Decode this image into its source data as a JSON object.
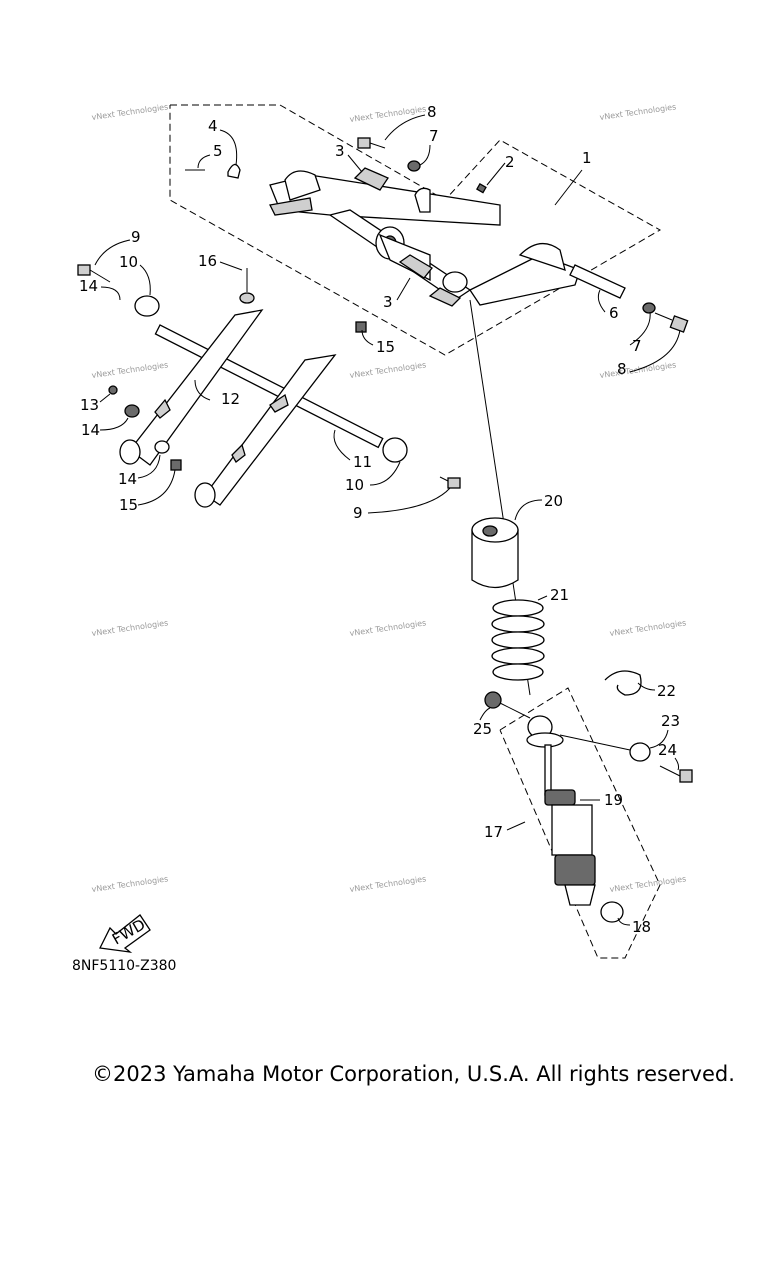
{
  "diagram": {
    "code": "8NF5110-Z380",
    "copyright": "©2023 Yamaha Motor Corporation, U.S.A. All rights reserved.",
    "watermark": "vNext Technologies",
    "fwd_label": "FWD",
    "callouts": [
      "1",
      "2",
      "3",
      "3",
      "4",
      "5",
      "6",
      "7",
      "7",
      "8",
      "8",
      "9",
      "9",
      "10",
      "10",
      "11",
      "12",
      "13",
      "14",
      "14",
      "14",
      "15",
      "15",
      "16",
      "17",
      "18",
      "19",
      "20",
      "21",
      "22",
      "23",
      "24",
      "25"
    ]
  }
}
